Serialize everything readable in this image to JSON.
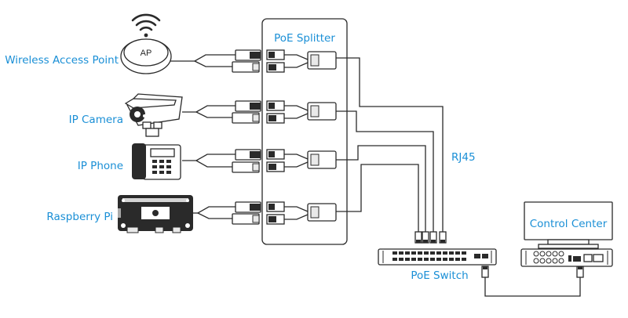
{
  "labels": {
    "access_point": "Wireless Access Point",
    "ip_camera": "IP Camera",
    "ip_phone": "IP Phone",
    "raspberry_pi": "Raspberry Pi",
    "splitter": "PoE Splitter",
    "rj45": "RJ45",
    "switch": "PoE Switch",
    "control_center": "Control Center",
    "ap_badge": "AP"
  },
  "colors": {
    "label": "#1a8fd6",
    "line": "#2a2a2a",
    "background": "#ffffff"
  },
  "icons": [
    "wifi-icon",
    "camera-icon",
    "phone-icon",
    "raspberry-pi-icon",
    "switch-icon",
    "monitor-icon",
    "nvr-icon"
  ]
}
